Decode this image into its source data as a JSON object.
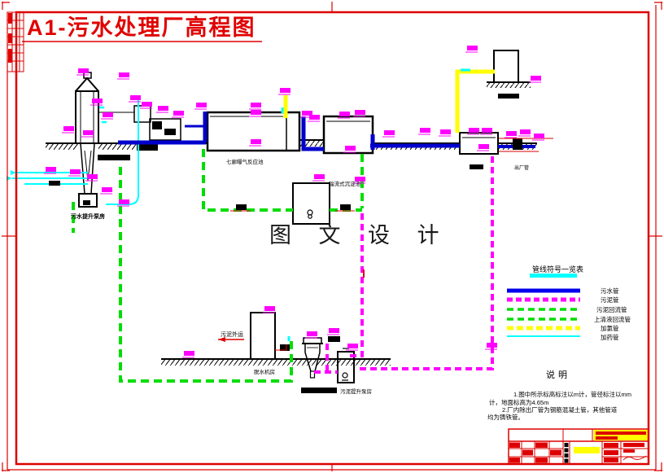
{
  "page": {
    "title": "A1-污水处理厂高程图",
    "watermark": "图 文 设 计"
  },
  "legend": {
    "title": "管线符号一览表",
    "items": [
      {
        "label": "污水管",
        "color": "#0000ee",
        "style": "solid-thick"
      },
      {
        "label": "污泥管",
        "color": "#ff00ff",
        "style": "dashed-thick"
      },
      {
        "label": "污泥回流管",
        "color": "#00dd00",
        "style": "dashed"
      },
      {
        "label": "上清液回流管",
        "color": "#00dd00",
        "style": "dashed"
      },
      {
        "label": "加氯管",
        "color": "#ffff00",
        "style": "dashed-thick"
      },
      {
        "label": "加药管",
        "color": "#00ffff",
        "style": "solid-thin"
      }
    ]
  },
  "notes": {
    "title": "说明",
    "lines": [
      "1.图中所示标高标注以m计，管径标注以mm",
      "计，地面标高为4.65m",
      "2.厂内除出厂管为钢筋混凝土管，其他管道",
      "均为铸铁管。"
    ]
  },
  "labels": {
    "aeration_tank": "七廊曝气反应池",
    "radial_clarifier": "辐流式沉淀池",
    "outfall": "出厂管",
    "sludge_out": "污泥外运",
    "dewatering_room": "脱水机房",
    "sludge_storage": "污泥提升泵房",
    "inlet_pump_room": "污水提升泵房"
  },
  "colors": {
    "frame": "#dd0000",
    "sewage_pipe": "#0000cd",
    "sludge_pipe": "#ff00ff",
    "return_pipe": "#00dd00",
    "chlorine_pipe": "#ffff00",
    "dosing_pipe": "#00ffff"
  }
}
